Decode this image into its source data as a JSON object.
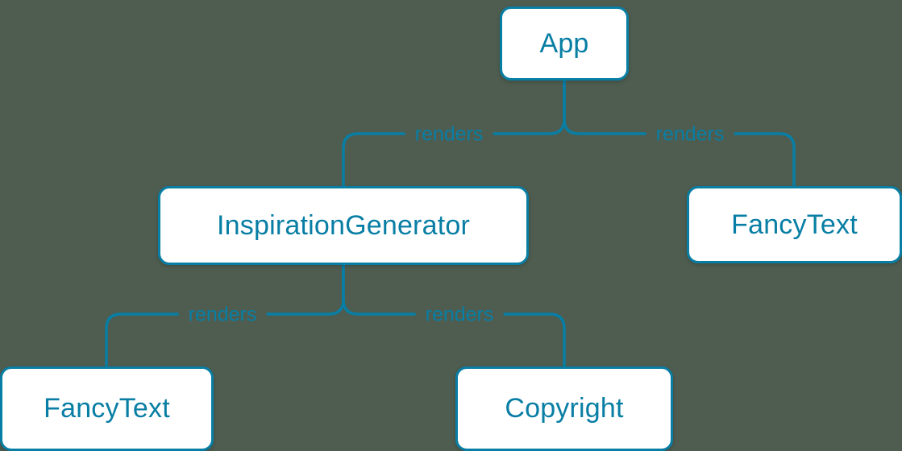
{
  "diagram": {
    "colors": {
      "background": "#4e5d50",
      "accent": "#087ea4",
      "node_background": "#ffffff"
    },
    "nodes": {
      "app": {
        "label": "App"
      },
      "inspiration_generator": {
        "label": "InspirationGenerator"
      },
      "fancy_text_right": {
        "label": "FancyText"
      },
      "fancy_text_left": {
        "label": "FancyText"
      },
      "copyright": {
        "label": "Copyright"
      }
    },
    "edges": [
      {
        "from": "App",
        "to": "InspirationGenerator",
        "label": "renders"
      },
      {
        "from": "App",
        "to": "FancyText",
        "label": "renders"
      },
      {
        "from": "InspirationGenerator",
        "to": "FancyText",
        "label": "renders"
      },
      {
        "from": "InspirationGenerator",
        "to": "Copyright",
        "label": "renders"
      }
    ]
  }
}
